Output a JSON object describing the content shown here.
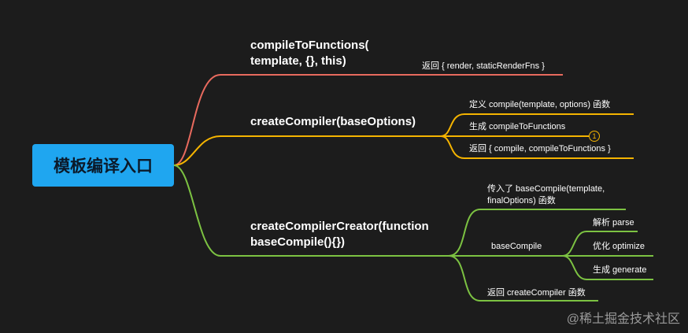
{
  "root": {
    "label": "模板编译入口"
  },
  "branches": [
    {
      "title_line1": "compileToFunctions(",
      "title_line2": "template, {}, this)",
      "color": "#e86a5e",
      "children": [
        "返回 { render, staticRenderFns }"
      ]
    },
    {
      "title_line1": "createCompiler(baseOptions)",
      "color": "#f5b400",
      "children": [
        "定义 compile(template, options) 函数",
        "生成 compileToFunctions",
        "返回 { compile, compileToFunctions }"
      ],
      "badge": "1"
    },
    {
      "title_line1": "createCompilerCreator(function",
      "title_line2": "baseCompile(){})",
      "color": "#7cc242",
      "children": [
        {
          "line1": "传入了 baseCompile(template,",
          "line2": "finalOptions) 函数"
        },
        {
          "label": "baseCompile",
          "children": [
            "解析 parse",
            "优化 optimize",
            "生成 generate"
          ]
        },
        "返回 createCompiler 函数"
      ]
    }
  ],
  "watermark": "@稀土掘金技术社区"
}
